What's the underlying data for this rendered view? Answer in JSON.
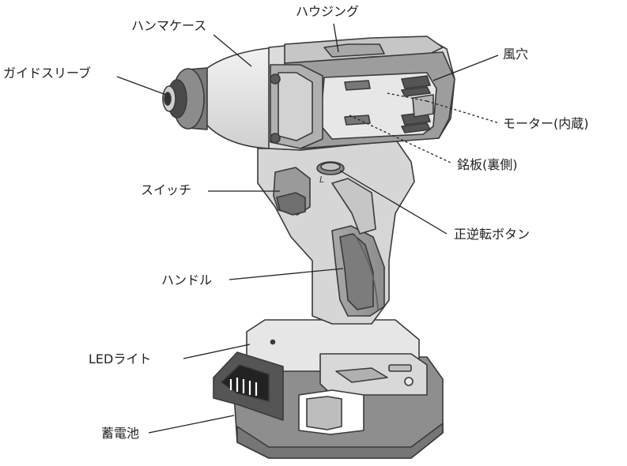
{
  "labels": {
    "housing": "ハウジング",
    "hammer_case": "ハンマケース",
    "guide_sleeve": "ガイドスリーブ",
    "air_vent": "風穴",
    "motor": "モーター(内蔵)",
    "nameplate": "銘板(裏側)",
    "switch": "スイッチ",
    "reverse_button": "正逆転ボタン",
    "handle": "ハンドル",
    "led_light": "LEDライト",
    "battery": "蓄電池"
  },
  "switch_letter": "L",
  "colors": {
    "body_light": "#e4e4e4",
    "body_mid": "#b8b8b8",
    "body_dark": "#8a8a8a",
    "outline": "#3a3a3a",
    "line": "#222222"
  }
}
